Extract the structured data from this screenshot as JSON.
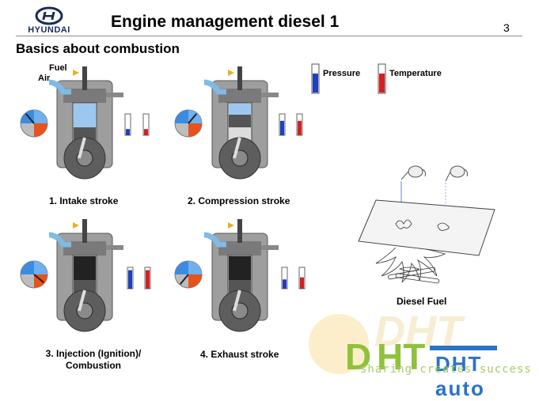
{
  "header": {
    "brand": "HYUNDAI",
    "title": "Engine management diesel 1",
    "page_number": "3"
  },
  "subtitle": "Basics about combustion",
  "legend": {
    "pressure": "Pressure",
    "temperature": "Temperature",
    "pressure_color": "#1f3fbf",
    "temperature_color": "#d81e1e"
  },
  "engine_labels": {
    "fuel": "Fuel",
    "air": "Air"
  },
  "strokes": [
    {
      "caption": "1. Intake stroke",
      "pressure_level": 0.3,
      "temperature_level": 0.3,
      "charge_color": "#9cc8f0"
    },
    {
      "caption": "2. Compression stroke",
      "pressure_level": 0.7,
      "temperature_level": 0.7,
      "charge_color": "#9cc8f0"
    },
    {
      "caption_line1": "3. Injection (Ignition)/",
      "caption_line2": "Combustion",
      "pressure_level": 0.9,
      "temperature_level": 0.9,
      "charge_color": "#222222"
    },
    {
      "caption": "4. Exhaust stroke",
      "pressure_level": 0.45,
      "temperature_level": 0.55,
      "charge_color": "#222222"
    }
  ],
  "diesel": {
    "caption": "Diesel Fuel"
  },
  "watermark": {
    "brand": "DHT auto",
    "tagline": "sharing creates success"
  }
}
